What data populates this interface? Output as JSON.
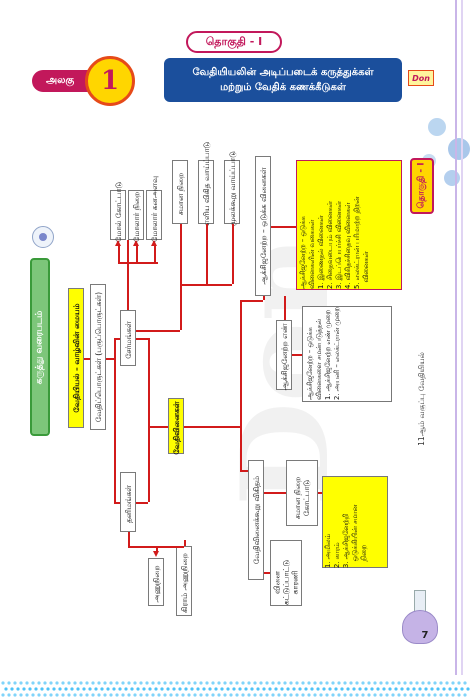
{
  "header": {
    "unit_title": "தொகுதி - I",
    "chapter_label": "அலகு",
    "chapter_number": "1",
    "chapter_title_line1": "வேதியியலின் அடிப்படைக் கருத்துக்கள்",
    "chapter_title_line2": "மற்றும் வேதிக் கணக்கீடுகள்",
    "logo_text": "Don"
  },
  "side": {
    "mindmap_label": "கருத்து வரைபடம்",
    "unit_tab": "தொகுதி - I",
    "book_label": "11ஆம் வகுப்பு வேதியியல்",
    "page_number": "7"
  },
  "nodes": {
    "root": "வேதியியல் – வாழ்வின் மையம்",
    "matter": "வேதிப்பொருட்கள் (பருப்பொருட்கள்)",
    "elements": "தனிமங்கள்",
    "compounds": "சேர்மங்கள்",
    "reactions": "வேதிவினைகள்",
    "mole_concept": "மோல் கோட்பாடு",
    "molar_mass": "மோலார் நிறை",
    "molar_volume": "மோலார் கனஅளவு",
    "equivalent_mass": "சமான நிறை",
    "empirical_formula": "எளிய விகித வாய்ப்பாடு",
    "molecular_formula": "மூலக்கூறு வாய்ப்பாடு",
    "redox": "ஆக்சிஜனேற்ற – ஒடுக்க வினைகள்",
    "oxidation_number": "ஆக்சிஜனேற்ற எண்",
    "stoichiometry": "வேதிவினைக்கூறு விகிதம்",
    "equivalent_law": "சமான நிறை கோட்பாடு",
    "limiting_reagent": "வினை கட்டுப்பாட்டு காரணி",
    "atomic_mass": "அணுநிறை",
    "gram_atomic_mass": "கிராம் அணுநிறை"
  },
  "lists": {
    "redox_types": "ஆக்சிஜனேற்ற – ஒடுக்க\nவினைகளின் வகைகள்\n1. இணைதல் வினைகள்\n2. சிதைவடையும் வினைகள்\n3. இடப்பெயர்ச்சி வினைகள்\n4. விகிதச்சிதைவு வினைகள்\n5. எலக்ட்ரான் பரிமாற்ற திறன்\n   வினைகள்",
    "balancing": "ஆக்சிஜனேற்ற – ஒடுக்க\nவினைகளை சமன்படுத்தல்\n1. ஆக்சிஜனேற்ற எண் முறை\n2. அயனி – எலக்ட்ரான் முறை",
    "equivalent_types": "1. அமிலம்\n2. காரம்\n3. ஆக்சிஜனேற்றி\n   ஒடுக்கியின் சமான\n   நிறை"
  },
  "colors": {
    "yellow": "#ffff00",
    "red_line": "#d21b1b",
    "header_blue": "#1b4f9c",
    "unit_pink": "#c2185b",
    "green": "#3a9a3a",
    "purple_page": "#9575cd"
  }
}
